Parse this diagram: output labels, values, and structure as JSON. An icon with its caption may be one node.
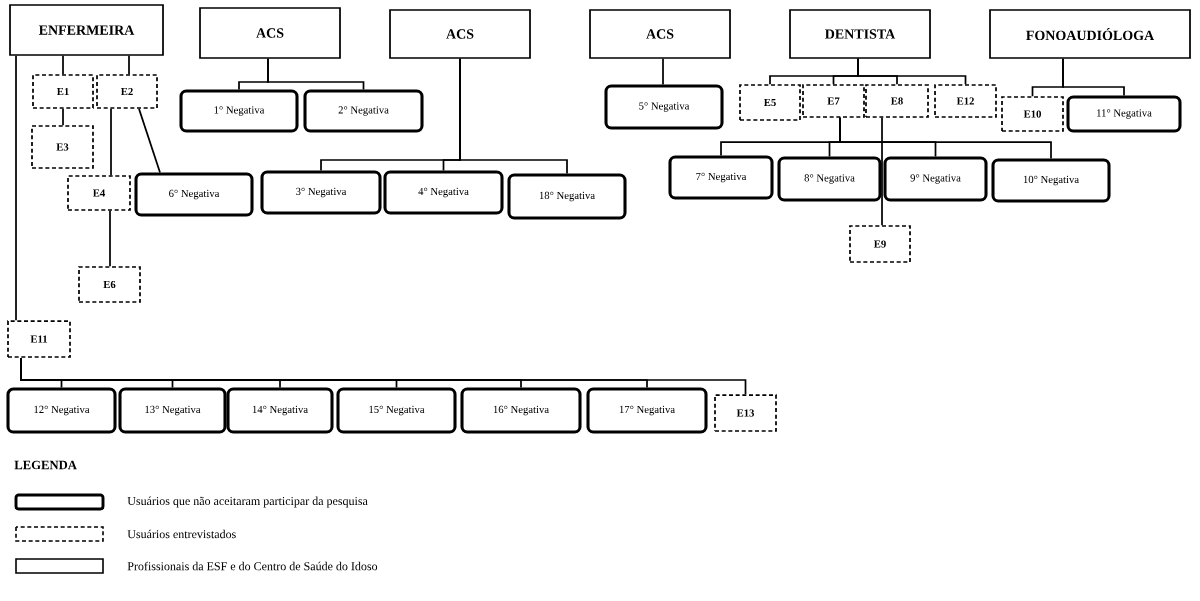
{
  "diagram": {
    "nodes": [
      {
        "text": [
          "ENFERMEIRA"
        ]
      },
      {
        "text": [
          "ACS"
        ]
      },
      {
        "text": [
          "ACS"
        ]
      },
      {
        "text": [
          "ACS"
        ]
      },
      {
        "text": [
          "DENTISTA"
        ]
      },
      {
        "text": [
          "FONOAUDIÓLOGA"
        ]
      },
      {
        "text": [
          "E1"
        ]
      },
      {
        "text": [
          "E2"
        ]
      },
      {
        "text": [
          "E3"
        ]
      },
      {
        "text": [
          "E4"
        ]
      },
      {
        "text": [
          "E6"
        ]
      },
      {
        "text": [
          "6° Negativa"
        ]
      },
      {
        "text": [
          "1° Negativa"
        ]
      },
      {
        "text": [
          "2° Negativa"
        ]
      },
      {
        "text": [
          "3° Negativa"
        ]
      },
      {
        "text": [
          "4° Negativa"
        ]
      },
      {
        "text": [
          "18° Negativa"
        ]
      },
      {
        "text": [
          "5° Negativa"
        ]
      },
      {
        "text": [
          "E5"
        ]
      },
      {
        "text": [
          "E7"
        ]
      },
      {
        "text": [
          "E8"
        ]
      },
      {
        "text": [
          "E12"
        ]
      },
      {
        "text": [
          "E10"
        ]
      },
      {
        "text": [
          "11° Negativa"
        ]
      },
      {
        "text": [
          "7° Negativa"
        ]
      },
      {
        "text": [
          "8° Negativa"
        ]
      },
      {
        "text": [
          "9° Negativa"
        ]
      },
      {
        "text": [
          "10° Negativa"
        ]
      },
      {
        "text": [
          "E9"
        ]
      },
      {
        "text": [
          "E11"
        ]
      },
      {
        "text": [
          "12° Negativa"
        ]
      },
      {
        "text": [
          "13° Negativa"
        ]
      },
      {
        "text": [
          "14° Negativa"
        ]
      },
      {
        "text": [
          "15° Negativa"
        ]
      },
      {
        "text": [
          "16° Negativa"
        ]
      },
      {
        "text": [
          "17° Negativa"
        ]
      },
      {
        "text": [
          "E13"
        ]
      }
    ],
    "edges": [
      {
        "from": 0,
        "to": 6,
        "arrow": "none"
      },
      {
        "from": 0,
        "to": 7,
        "arrow": "none"
      },
      {
        "from": 6,
        "to": 8,
        "arrow": "none"
      },
      {
        "from": 7,
        "to": 9,
        "arrow": "none"
      },
      {
        "from": 7,
        "to": 11,
        "arrow": "none"
      },
      {
        "from": 9,
        "to": 10,
        "arrow": "none"
      },
      {
        "from": 0,
        "to": 29,
        "arrow": "none"
      },
      {
        "from": 1,
        "to": 12,
        "arrow": "none"
      },
      {
        "from": 1,
        "to": 13,
        "arrow": "none"
      },
      {
        "from": 2,
        "to": 14,
        "arrow": "none"
      },
      {
        "from": 2,
        "to": 15,
        "arrow": "none"
      },
      {
        "from": 2,
        "to": 16,
        "arrow": "none"
      },
      {
        "from": 3,
        "to": 17,
        "arrow": "none"
      },
      {
        "from": 4,
        "to": 18,
        "arrow": "none"
      },
      {
        "from": 4,
        "to": 19,
        "arrow": "none"
      },
      {
        "from": 4,
        "to": 20,
        "arrow": "none"
      },
      {
        "from": 4,
        "to": 21,
        "arrow": "none"
      },
      {
        "from": 5,
        "to": 22,
        "arrow": "none"
      },
      {
        "from": 5,
        "to": 23,
        "arrow": "none"
      },
      {
        "from": 19,
        "to": 24,
        "arrow": "none"
      },
      {
        "from": 19,
        "to": 25,
        "arrow": "none"
      },
      {
        "from": 19,
        "to": 26,
        "arrow": "none"
      },
      {
        "from": 19,
        "to": 27,
        "arrow": "none"
      },
      {
        "from": 20,
        "to": 28,
        "arrow": "none"
      },
      {
        "from": 29,
        "to": 30,
        "arrow": "none"
      },
      {
        "from": 29,
        "to": 31,
        "arrow": "none"
      },
      {
        "from": 29,
        "to": 32,
        "arrow": "none"
      },
      {
        "from": 29,
        "to": 33,
        "arrow": "none"
      },
      {
        "from": 29,
        "to": 34,
        "arrow": "none"
      },
      {
        "from": 29,
        "to": 35,
        "arrow": "none"
      },
      {
        "from": 29,
        "to": 36,
        "arrow": "none"
      }
    ],
    "labels": [
      "LEGENDA"
    ],
    "legend": [
      {
        "text": "Usuários que não aceitaram participar da pesquisa"
      },
      {
        "text": "Usuários entrevistados"
      },
      {
        "text": "Profissionais da ESF e do Centro de Saúde do Idoso"
      }
    ]
  }
}
